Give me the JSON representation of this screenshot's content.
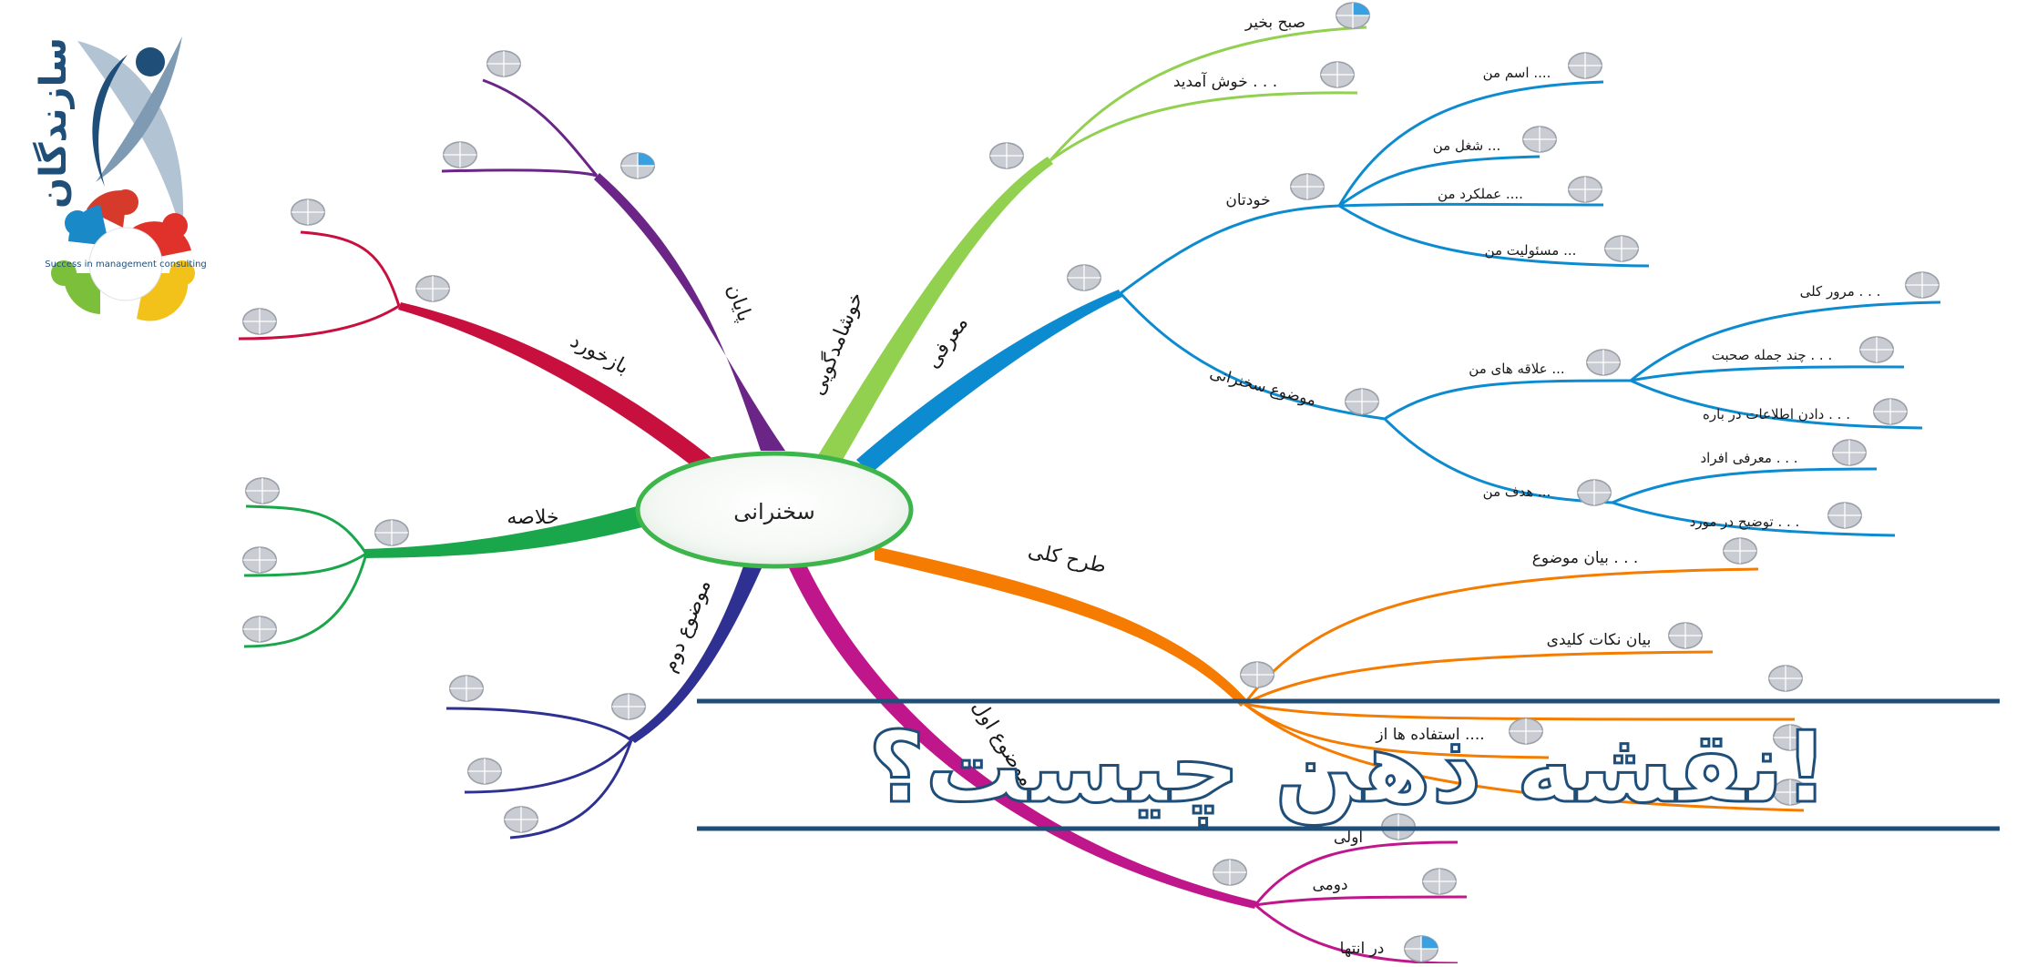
{
  "logo": {
    "name": "سازندگان",
    "ring_text": "Success in management consulting"
  },
  "center": {
    "label": "سخنرانی"
  },
  "banner": {
    "text": "نقشه ذهن چیست؟!"
  },
  "branches": {
    "khoshamad": {
      "label": "خوشامدگویی",
      "color": "#92d050",
      "items": [
        "صبح بخیر",
        "خوش آمدید . . ."
      ]
    },
    "moarefi": {
      "label": "معرفی",
      "color": "#0d8bd0",
      "khodetan": {
        "label": "خودتان",
        "items": [
          "اسم من ....",
          "شغل من ...",
          "عملکرد من ....",
          "مسئولیت من ..."
        ]
      },
      "mozoo": {
        "label": "موضوع سخنرانی",
        "alaghe": {
          "label": "علاقه های من ...",
          "items": [
            "مرور کلی . . .",
            "چند جمله صحبت . . .",
            "دادن اطلاعات در باره . . ."
          ]
        },
        "hadaf": {
          "label": "هدف من ...",
          "items": [
            "معرفی افراد . . .",
            "توضیح در مورد . . ."
          ]
        }
      }
    },
    "tarh": {
      "label": "طرح کلی",
      "color": "#f57c00",
      "items": [
        "بیان موضوع . . .",
        "بیان نکات کلیدی",
        "استفاده ها از ...."
      ]
    },
    "mozoo1": {
      "label": "موضوع اول",
      "color": "#c0168c",
      "items": [
        "اولی",
        "دومی",
        "در انتها"
      ]
    },
    "mozoo2": {
      "label": "موضوع دوم",
      "color": "#2e3192"
    },
    "kholase": {
      "label": "خلاصه",
      "color": "#1aa64a"
    },
    "bazkhord": {
      "label": "بازخورد",
      "color": "#c8103e"
    },
    "payan": {
      "label": "پایان",
      "color": "#6a2586"
    }
  }
}
